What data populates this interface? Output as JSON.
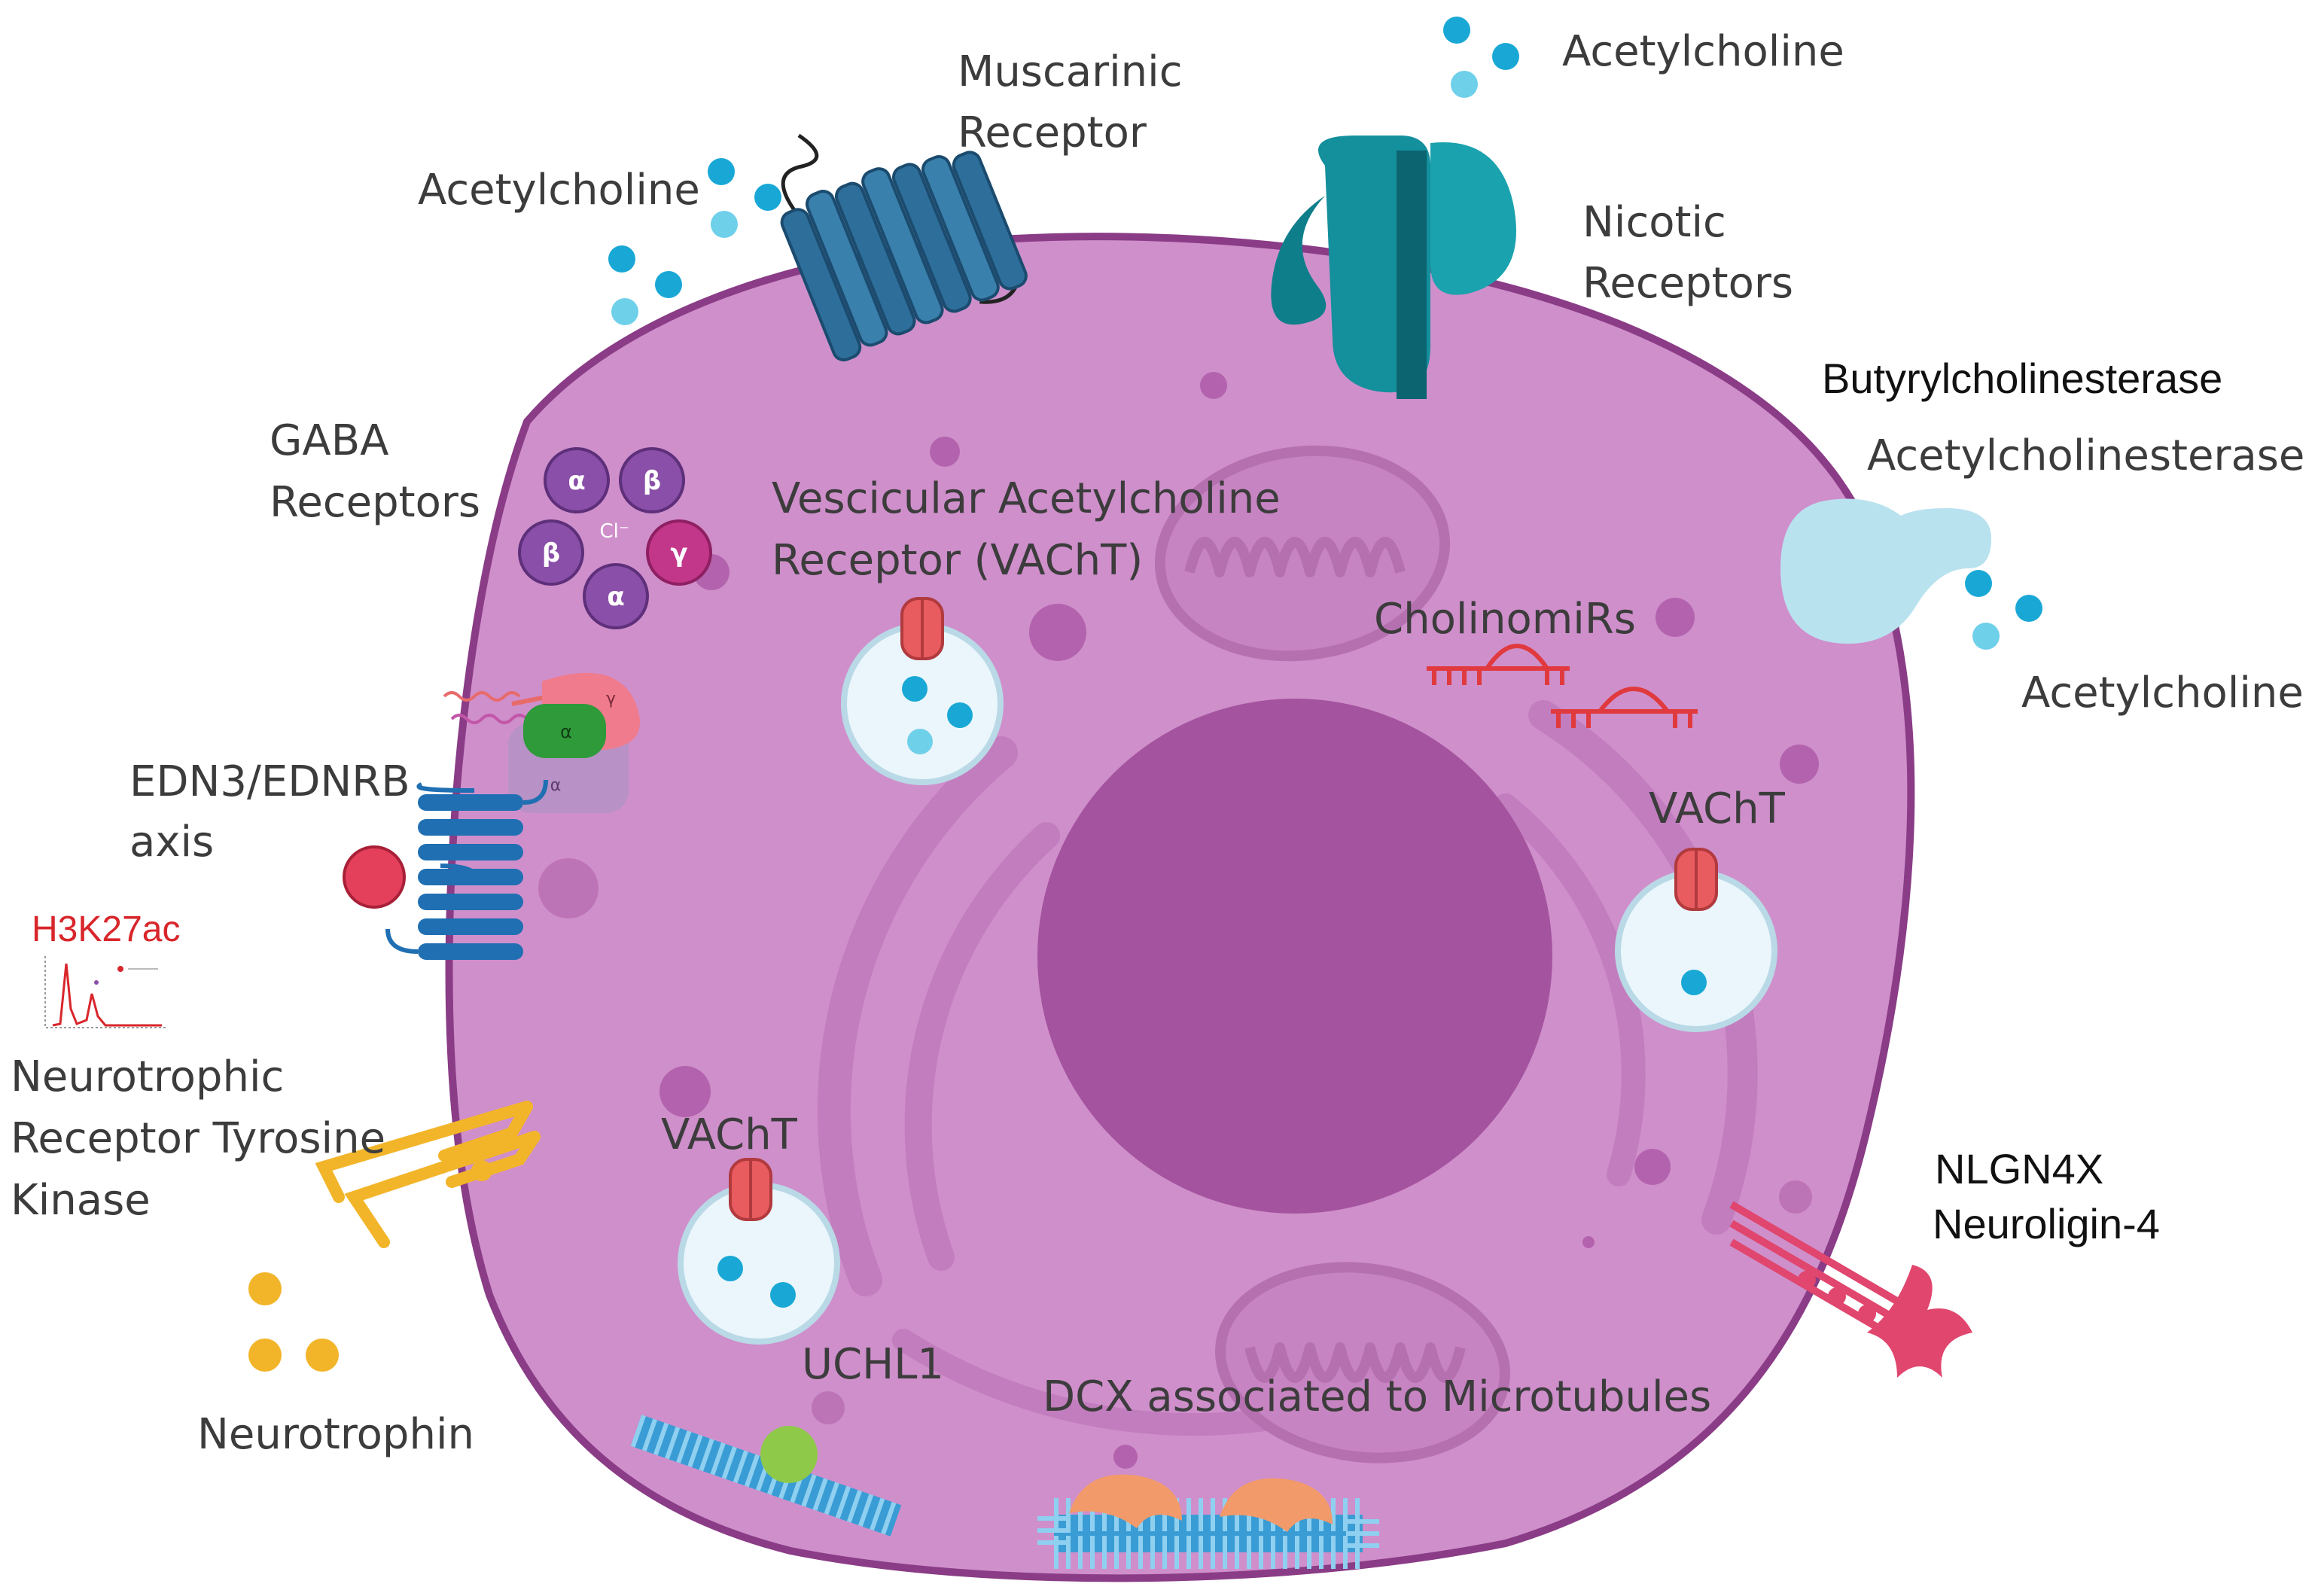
{
  "labels": {
    "acetylcholine_top": "Acetylcholine",
    "muscarinic": [
      "Muscarinic",
      "Receptor"
    ],
    "acetylcholine_left": "Acetylcholine",
    "nicotic": [
      "Nicotic",
      "Receptors"
    ],
    "butyrylcholinesterase": "Butyrylcholinesterase",
    "acetylcholinesterase": "Acetylcholinesterase",
    "acetylcholine_right": "Acetylcholine",
    "gaba": [
      "GABA",
      "Receptors"
    ],
    "vescicular": [
      "Vescicular Acetylcholine",
      "Receptor (VAChT)"
    ],
    "cholinomirs": "CholinomiRs",
    "edn3": [
      "EDN3/EDNRB",
      "axis"
    ],
    "h3k27ac": "H3K27ac",
    "neurotrophic": [
      "Neurotrophic",
      "Receptor Tyrosine",
      "Kinase"
    ],
    "vacht_right": "VAChT",
    "vacht_left": "VAChT",
    "nlgn4x": "NLGN4X",
    "neuroligin": "Neuroligin-4",
    "uchl1": "UCHL1",
    "dcx": "DCX associated to Microtubules",
    "neurotrophin": "Neurotrophin"
  },
  "gaba_subunits": [
    "α",
    "β",
    "β",
    "γ",
    "α"
  ],
  "gaba_ion": "Cl⁻",
  "edn_subunits": [
    "γ",
    "α",
    "α"
  ],
  "colors": {
    "cell": "#cf8fcb",
    "cell_outline": "#8a3c86",
    "nucleus": "#a4539e",
    "acetylcholine": "#19a8d6",
    "acetylcholine_light": "#6fd0ea",
    "muscarinic": "#2e6e9a",
    "nicotinic": "#148f9c",
    "esterase": "#b9e2ef",
    "gaba": "#8a4fa8",
    "gaba_gamma": "#c2378a",
    "edn_receptor": "#1f6fb2",
    "vacht": "#e85b5e",
    "mirna": "#e03a3e",
    "neurotrophin": "#f2b52a",
    "neuroligin": "#e0466e",
    "microtubule": "#3a9cd4",
    "dcx": "#f29a6a",
    "uchl1": "#8fc94a"
  }
}
